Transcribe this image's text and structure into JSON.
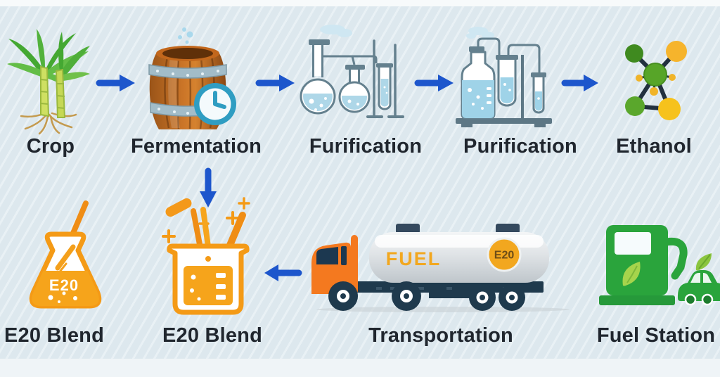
{
  "row1": [
    {
      "label": "Crop"
    },
    {
      "label": "Fermentation"
    },
    {
      "label": "Furification"
    },
    {
      "label": "Purification"
    },
    {
      "label": "Ethanol"
    }
  ],
  "row2": [
    {
      "label": "E20 Blend"
    },
    {
      "label": "E20 Blend"
    },
    {
      "label": "Transportation"
    },
    {
      "label": "Fuel Station"
    }
  ],
  "icon_text": {
    "flask_badge": "E20",
    "truck_tank": "FUEL",
    "truck_badge": "E20"
  },
  "colors": {
    "arrow_blue": "#1d56cc",
    "accent_orange": "#f49a16",
    "cab_orange": "#f4791f",
    "eco_green": "#2aa43c",
    "glass_outline": "#64808e",
    "liquid_blue": "#aed7e8",
    "barrel_brown": "#c97427",
    "navy": "#1f3a4d",
    "background": "#dde8ee"
  }
}
